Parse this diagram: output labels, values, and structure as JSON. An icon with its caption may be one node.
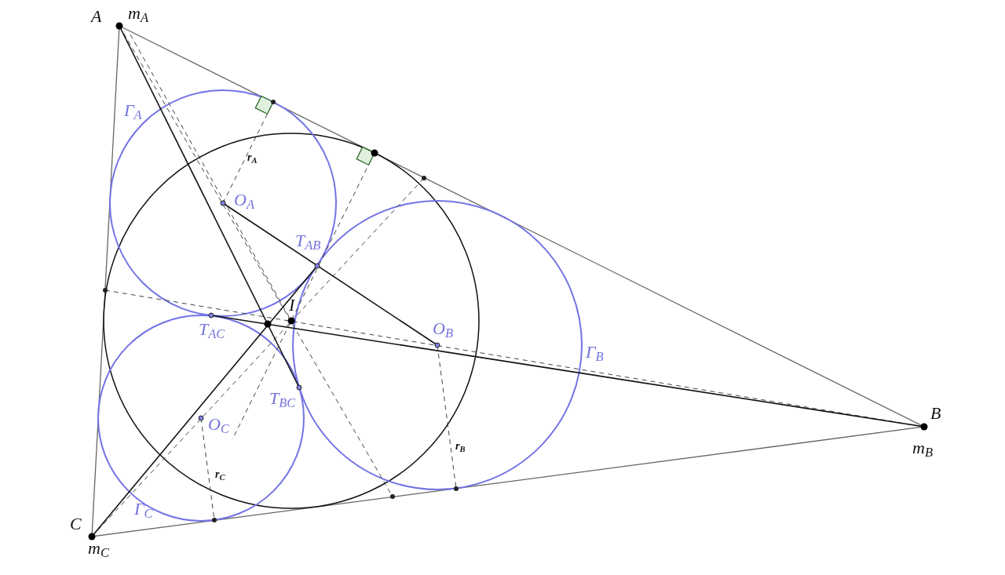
{
  "diagram": {
    "labels": [
      "A",
      "m$_{A}$",
      "Γ$_{A}$",
      "r$_{A}$",
      "O$_{A}$",
      "T$_{AB}$",
      "I",
      "T$_{AC}$",
      "O$_{B}$",
      "Γ$_{B}$",
      "T$_{BC}$",
      "B",
      "O$_{C}$",
      "m$_{B}$",
      "r$_{B}$",
      "r$_{C}$",
      "Γ$_{C}$",
      "C",
      "m$_{C}$"
    ]
  }
}
